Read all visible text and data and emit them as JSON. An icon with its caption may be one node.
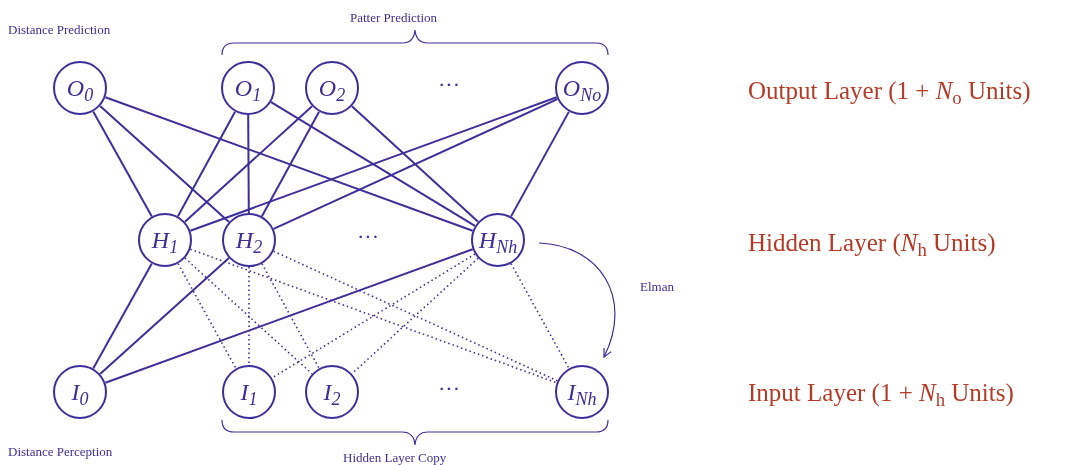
{
  "diagram": {
    "nodes": [
      {
        "text": [
          "O$_{0}$"
        ]
      },
      {
        "text": [
          "O$_{1}$"
        ]
      },
      {
        "text": [
          "O$_{2}$"
        ]
      },
      {
        "text": [
          "O$_{No}$"
        ]
      },
      {
        "text": [
          "H$_{1}$"
        ]
      },
      {
        "text": [
          "H$_{2}$"
        ]
      },
      {
        "text": [
          "H$_{Nh}$"
        ]
      },
      {
        "text": [
          "I$_{0}$"
        ]
      },
      {
        "text": [
          "I$_{1}$"
        ]
      },
      {
        "text": [
          "I$_{2}$"
        ]
      },
      {
        "text": [
          "I$_{Nh}$"
        ]
      }
    ],
    "edges": [
      {
        "from": 0,
        "to": 4,
        "arrow": "none"
      },
      {
        "from": 0,
        "to": 5,
        "arrow": "none"
      },
      {
        "from": 0,
        "to": 6,
        "arrow": "none"
      },
      {
        "from": 1,
        "to": 4,
        "arrow": "none"
      },
      {
        "from": 1,
        "to": 5,
        "arrow": "none"
      },
      {
        "from": 1,
        "to": 6,
        "arrow": "none"
      },
      {
        "from": 2,
        "to": 4,
        "arrow": "none"
      },
      {
        "from": 2,
        "to": 5,
        "arrow": "none"
      },
      {
        "from": 2,
        "to": 6,
        "arrow": "none"
      },
      {
        "from": 3,
        "to": 4,
        "arrow": "none"
      },
      {
        "from": 3,
        "to": 5,
        "arrow": "none"
      },
      {
        "from": 3,
        "to": 6,
        "arrow": "none"
      },
      {
        "from": 7,
        "to": 4,
        "arrow": "none"
      },
      {
        "from": 7,
        "to": 5,
        "arrow": "none"
      },
      {
        "from": 7,
        "to": 6,
        "arrow": "none"
      },
      {
        "from": 4,
        "to": 8,
        "arrow": "none",
        "style": "dashed"
      },
      {
        "from": 4,
        "to": 9,
        "arrow": "none",
        "style": "dashed"
      },
      {
        "from": 4,
        "to": 10,
        "arrow": "none",
        "style": "dashed"
      },
      {
        "from": 5,
        "to": 8,
        "arrow": "none",
        "style": "dashed"
      },
      {
        "from": 5,
        "to": 9,
        "arrow": "none",
        "style": "dashed"
      },
      {
        "from": 5,
        "to": 10,
        "arrow": "none",
        "style": "dashed"
      },
      {
        "from": 6,
        "to": 8,
        "arrow": "none",
        "style": "dashed"
      },
      {
        "from": 6,
        "to": 9,
        "arrow": "none",
        "style": "dashed"
      },
      {
        "from": 6,
        "to": 10,
        "arrow": "none",
        "style": "dashed"
      },
      {
        "from": 6,
        "to": 10,
        "arrow": "to",
        "label": "Elman"
      }
    ],
    "labels": [
      "Distance Prediction",
      "Patter Prediction",
      "···",
      "Output Layer (1 + *N*$_{o}$ Units)",
      "···",
      "Hidden Layer (*N*$_{h}$ Units)",
      "···",
      "Input Layer (1 + *N*$_{h}$ Units)",
      "Distance Perception",
      "Hidden Layer Copy"
    ]
  }
}
